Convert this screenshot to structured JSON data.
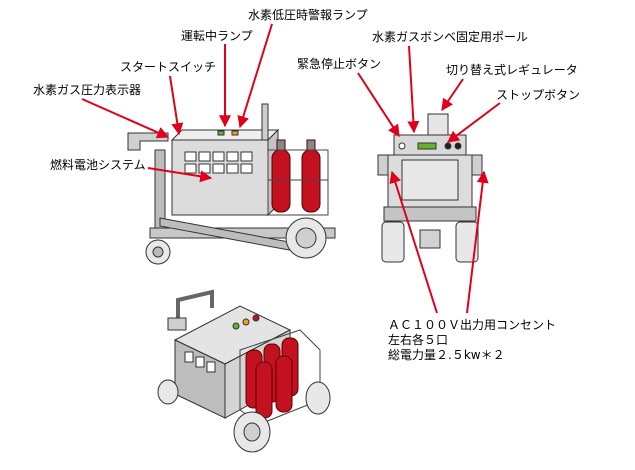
{
  "labels": {
    "alarm_lamp": "水素低圧時警報ランプ",
    "run_lamp": "運転中ランプ",
    "start_switch": "スタートスイッチ",
    "pressure_display": "水素ガス圧力表示器",
    "fuel_cell_system": "燃料電池システム",
    "emergency_stop": "緊急停止ボタン",
    "cylinder_pole": "水素ガスボンベ固定用ポール",
    "regulator": "切り替え式レギュレータ",
    "stop_button": "ストップボタン"
  },
  "outlet": {
    "line1": "ＡＣ１００Ｖ出力用コンセント",
    "line2": "左右各５口",
    "line3": "総電力量２.５kw＊２"
  },
  "colors": {
    "leader": "#e0001a",
    "cylinder": "#c4111f",
    "body": "#d9d9d9",
    "outline": "#333333"
  }
}
